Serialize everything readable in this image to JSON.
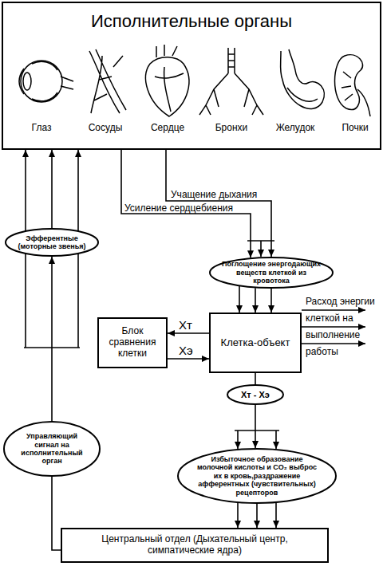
{
  "diagram": {
    "nodes": [
      {
        "text": [
          "Исполнительные органы"
        ]
      },
      {
        "text": [
          "Эфферентные (моторные звенья)"
        ]
      },
      {
        "text": [
          "Поглощение энергодающих веществ клеткой из кровотока"
        ]
      },
      {
        "text": [
          "Блок сравнения клетки"
        ]
      },
      {
        "text": [
          "Клетка-объект"
        ]
      },
      {
        "text": [
          "Xт - Xэ"
        ]
      },
      {
        "text": [
          "Избыточное образование молочной кислоты и CO₂ выброс их в кровь,раздражение афферентных (чувствительных) рецепторов"
        ]
      },
      {
        "text": [
          "Управляющий сигнал на исполнительный орган"
        ]
      },
      {
        "text": [
          "Центральный отдел (Дыхательный центр, симпатические ядра)"
        ]
      }
    ],
    "edges": [
      {
        "from": 0,
        "to": 2,
        "label": "Усиление сердцебиения",
        "arrow": "to"
      },
      {
        "from": 0,
        "to": 2,
        "label": "Учащение дыхания",
        "arrow": "to"
      },
      {
        "from": 2,
        "to": 4,
        "arrow": "to"
      },
      {
        "from": 4,
        "to": 3,
        "label": "Xт",
        "arrow": "to"
      },
      {
        "from": 3,
        "to": 4,
        "label": "Xэ",
        "arrow": "to"
      },
      {
        "from": 4,
        "to": 5,
        "arrow": "none"
      },
      {
        "from": 5,
        "to": 6,
        "arrow": "to"
      },
      {
        "from": 6,
        "to": 8,
        "arrow": "to"
      },
      {
        "from": 8,
        "to": 7,
        "arrow": "none"
      },
      {
        "from": 7,
        "to": 1,
        "arrow": "to"
      },
      {
        "from": 1,
        "to": 0,
        "arrow": "to"
      }
    ],
    "labels": [
      "Глаз",
      "Сосуды",
      "Сердце",
      "Бронхи",
      "Желудок",
      "Почки",
      "Расход энергии клеткой на выполнение работы"
    ]
  }
}
